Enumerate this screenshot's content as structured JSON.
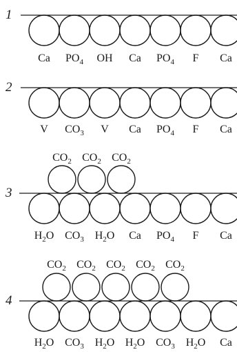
{
  "rows": [
    {
      "number": "1",
      "lattice": [
        {
          "base": "Ca",
          "sub": ""
        },
        {
          "base": "PO",
          "sub": "4"
        },
        {
          "base": "OH",
          "sub": ""
        },
        {
          "base": "Ca",
          "sub": ""
        },
        {
          "base": "PO",
          "sub": "4"
        },
        {
          "base": "F",
          "sub": ""
        },
        {
          "base": "Ca",
          "sub": ""
        }
      ],
      "adsorbed": []
    },
    {
      "number": "2",
      "lattice": [
        {
          "base": "V",
          "sub": ""
        },
        {
          "base": "CO",
          "sub": "3"
        },
        {
          "base": "V",
          "sub": ""
        },
        {
          "base": "Ca",
          "sub": ""
        },
        {
          "base": "PO",
          "sub": "4"
        },
        {
          "base": "F",
          "sub": ""
        },
        {
          "base": "Ca",
          "sub": ""
        }
      ],
      "adsorbed": []
    },
    {
      "number": "3",
      "lattice": [
        {
          "base": "H",
          "sub": "2",
          "tail": "O"
        },
        {
          "base": "CO",
          "sub": "3"
        },
        {
          "base": "H",
          "sub": "2",
          "tail": "O"
        },
        {
          "base": "Ca",
          "sub": ""
        },
        {
          "base": "PO",
          "sub": "4"
        },
        {
          "base": "F",
          "sub": ""
        },
        {
          "base": "Ca",
          "sub": ""
        }
      ],
      "adsorbed": [
        {
          "base": "CO",
          "sub": "2"
        },
        {
          "base": "CO",
          "sub": "2"
        },
        {
          "base": "CO",
          "sub": "2"
        }
      ]
    },
    {
      "number": "4",
      "lattice": [
        {
          "base": "H",
          "sub": "2",
          "tail": "O"
        },
        {
          "base": "CO",
          "sub": "3"
        },
        {
          "base": "H",
          "sub": "2",
          "tail": "O"
        },
        {
          "base": "H",
          "sub": "2",
          "tail": "O"
        },
        {
          "base": "CO",
          "sub": "3"
        },
        {
          "base": "H",
          "sub": "2",
          "tail": "O"
        },
        {
          "base": "Ca",
          "sub": ""
        }
      ],
      "adsorbed": [
        {
          "base": "CO",
          "sub": "2"
        },
        {
          "base": "CO",
          "sub": "2"
        },
        {
          "base": "CO",
          "sub": "2"
        },
        {
          "base": "CO",
          "sub": "2"
        },
        {
          "base": "CO",
          "sub": "2"
        }
      ]
    }
  ]
}
